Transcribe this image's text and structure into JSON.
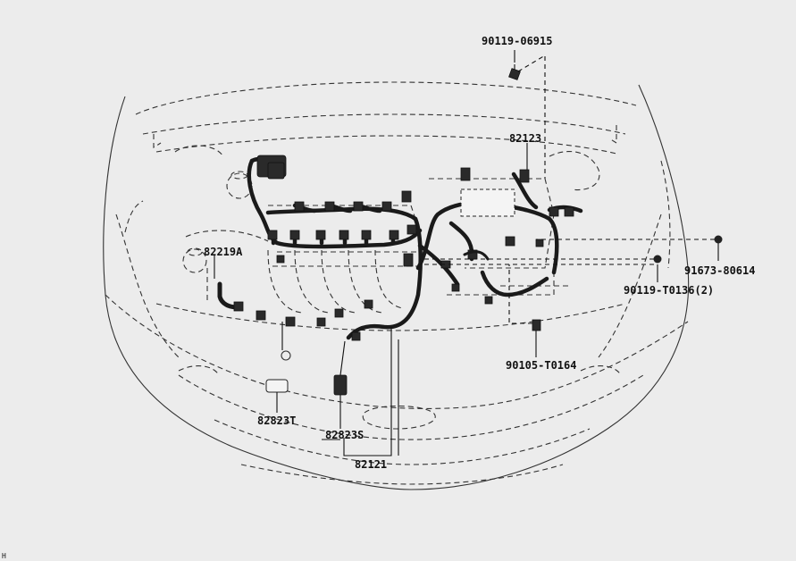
{
  "labels": {
    "bolt_top": "90119-06915",
    "harness_right": "82123",
    "sensor_left": "82219A",
    "bolt_right": "91673-80614",
    "bolt_right_lower": "90119-T0136(2)",
    "bolt_bottom": "90105-T0164",
    "plug_left": "82823T",
    "plug_mid": "82823S",
    "harness_main": "82121"
  },
  "footer_mark": "H"
}
